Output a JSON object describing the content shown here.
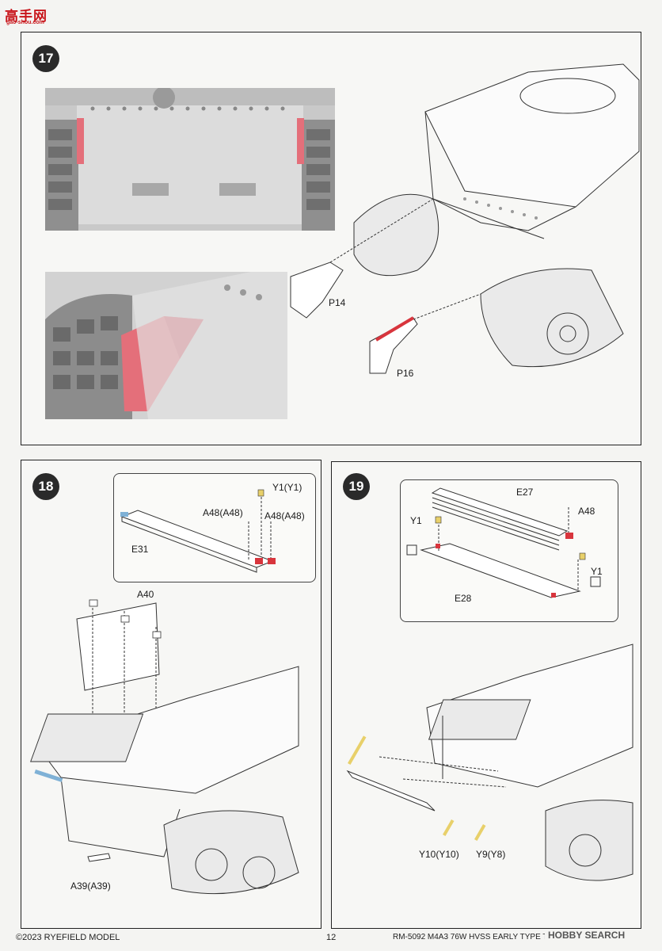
{
  "site_logo": {
    "main": "高手网",
    "sub": "gao-shou.com"
  },
  "steps": [
    {
      "number": "17",
      "callouts": {
        "p14": "P14",
        "p16": "P16"
      }
    },
    {
      "number": "18",
      "callouts": {
        "y1": "Y1(Y1)",
        "a48_left": "A48(A48)",
        "a48_right": "A48(A48)",
        "e31": "E31",
        "a40": "A40",
        "a39": "A39(A39)"
      }
    },
    {
      "number": "19",
      "callouts": {
        "e27": "E27",
        "a48": "A48",
        "y1_left": "Y1",
        "y1_right": "Y1",
        "e28": "E28",
        "y10": "Y10(Y10)",
        "y9": "Y9(Y8)"
      }
    }
  ],
  "footer": {
    "copyright": "©2023 RYEFIELD MODEL",
    "page": "12",
    "model": "RM-5092 M4A3 76W HVSS EARLY TYPE Thunderbolt VI",
    "watermark": "HOBBY SEARCH"
  },
  "colors": {
    "highlight": "#e46f7a",
    "red_part": "#d8353d",
    "yellow_part": "#e8d06a",
    "blue_part": "#7fb1d6"
  }
}
